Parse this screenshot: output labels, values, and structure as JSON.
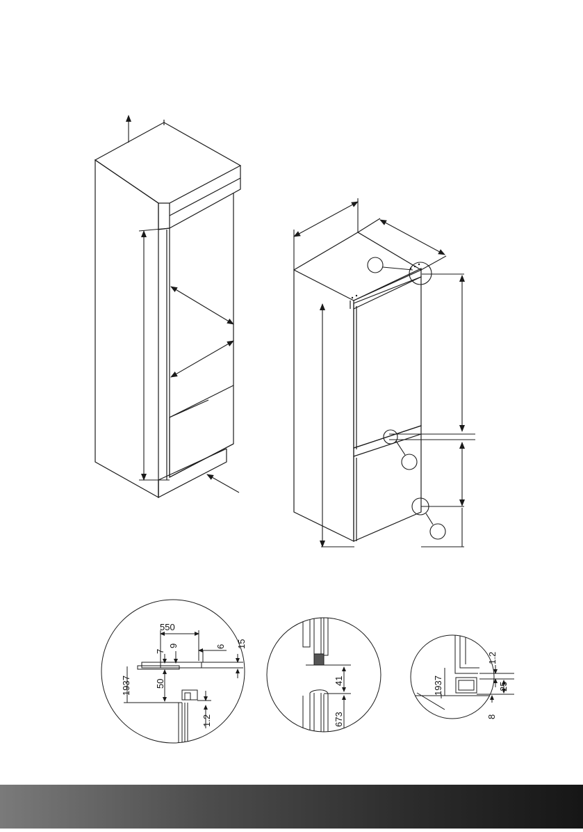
{
  "detail_left": {
    "width": "550",
    "gap_top": "6",
    "thickness": "15",
    "depth_a": "7",
    "depth_b": "9",
    "height": "1937",
    "offset": "50",
    "clearance": "1.2"
  },
  "detail_middle": {
    "gap": "41",
    "lower_height": "673"
  },
  "detail_right": {
    "height": "1937",
    "clearance": "1.2",
    "plinth": "25",
    "bottom": "8"
  },
  "colors": {
    "line": "#1a1a1a",
    "footer_start": "#7a7a7a",
    "footer_end": "#161616"
  }
}
